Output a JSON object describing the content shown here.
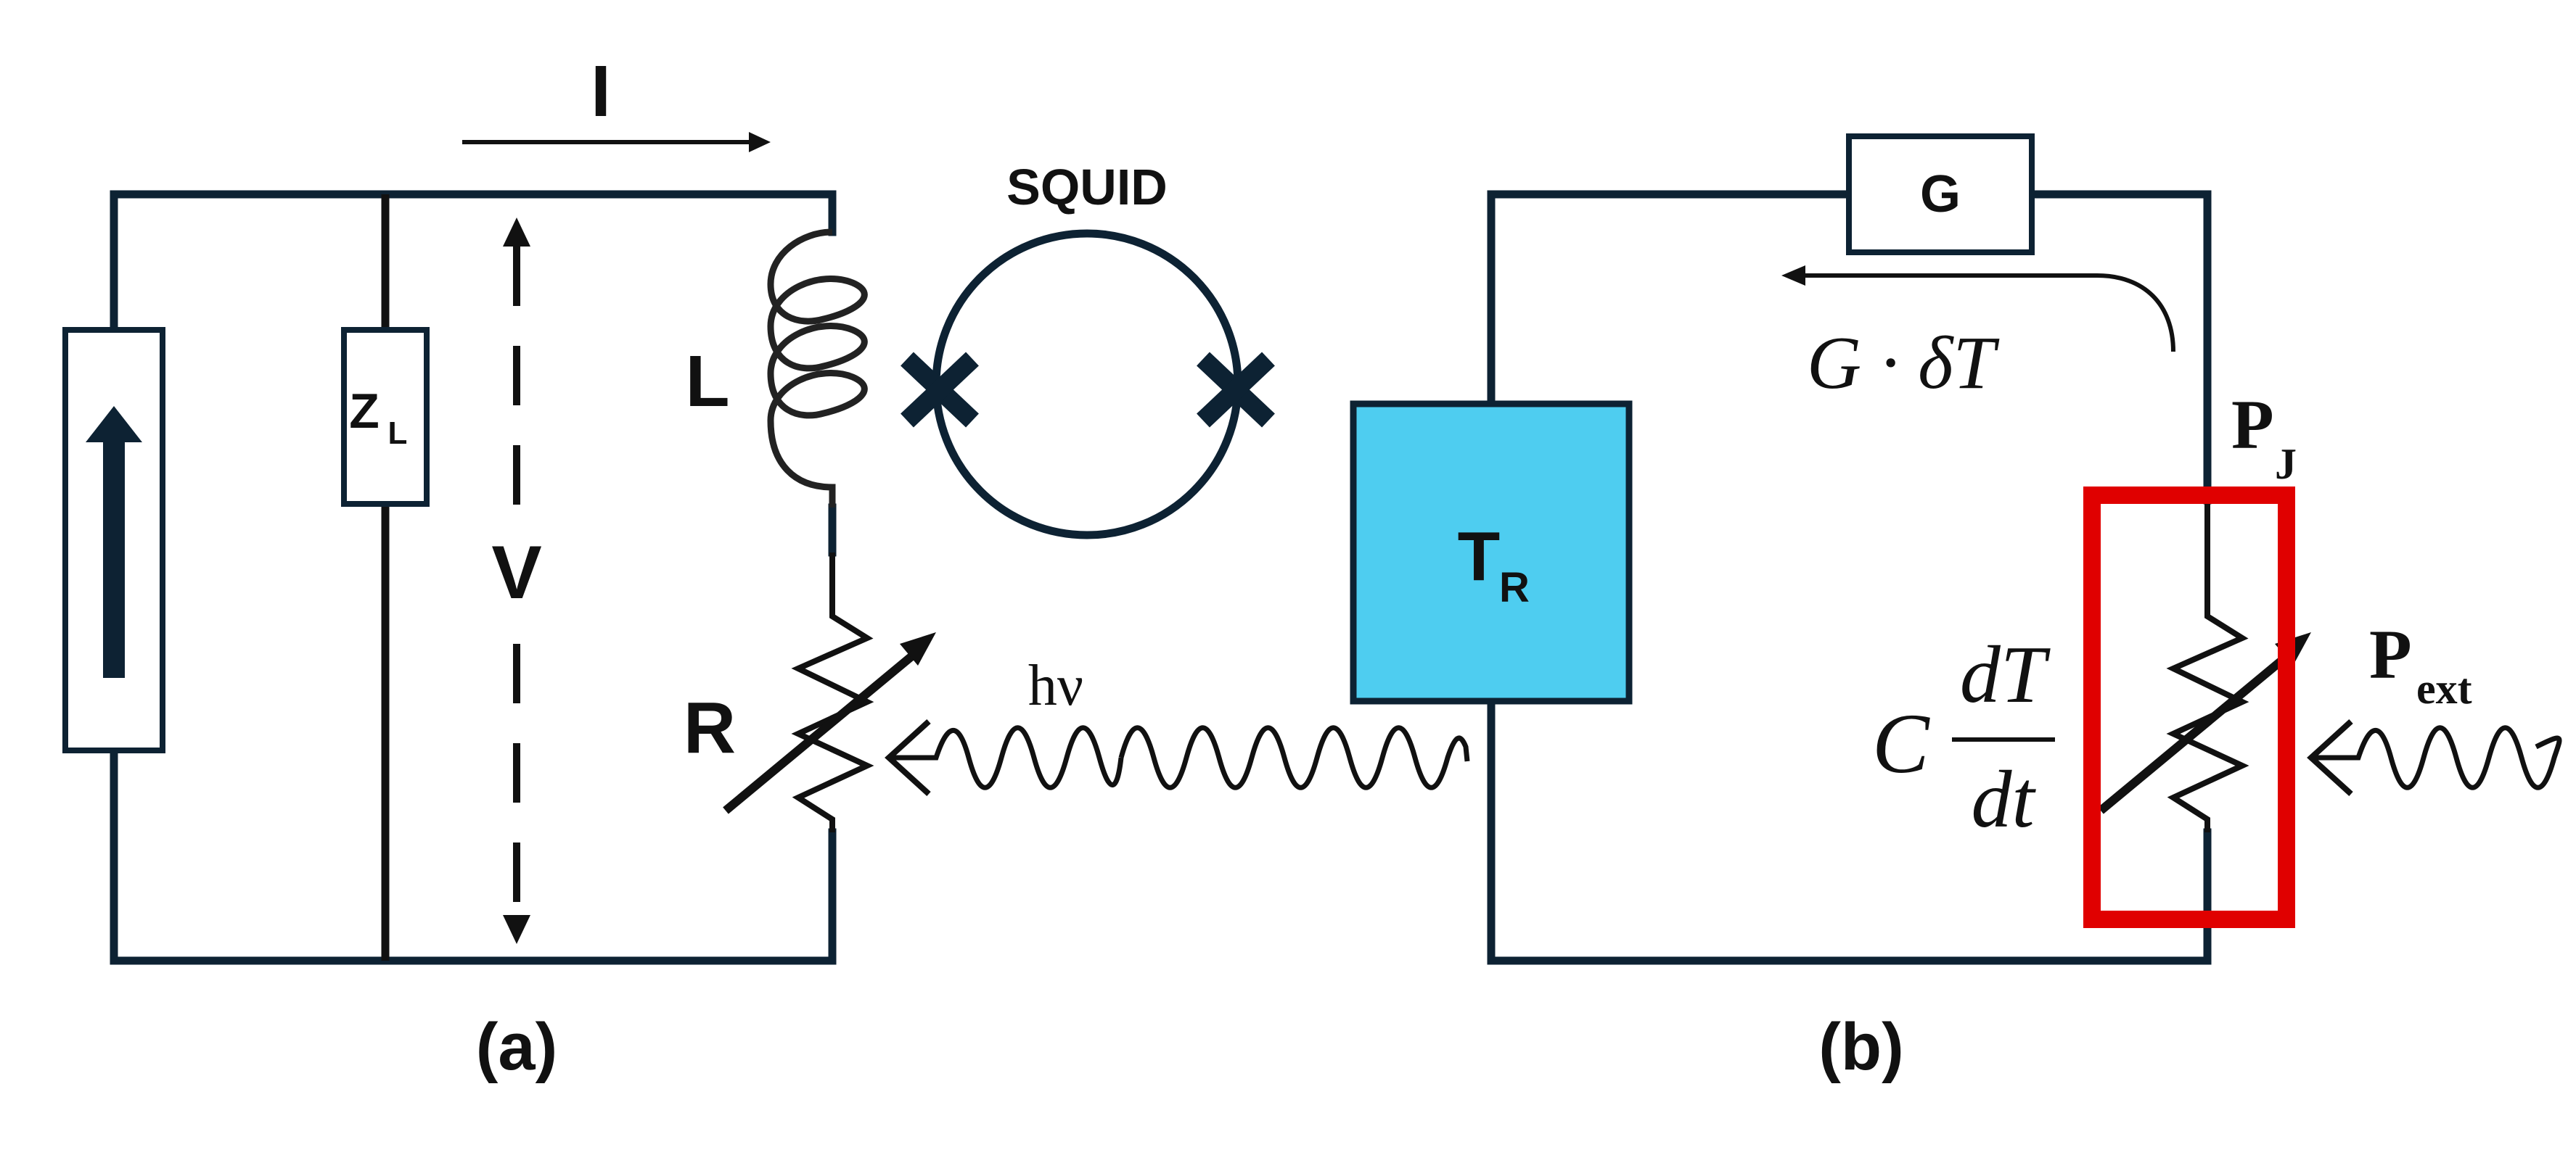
{
  "panel_a": {
    "caption": "(a)",
    "current_label": "I",
    "voltage_label": "V",
    "load_label_main": "Z",
    "load_label_sub": "L",
    "inductor_label": "L",
    "squid_label": "SQUID",
    "resistor_label": "R",
    "photon_label": "hν"
  },
  "panel_b": {
    "caption": "(b)",
    "conductance_label": "G",
    "heat_flow_label": "G · δT",
    "reservoir_label_main": "T",
    "reservoir_label_sub": "R",
    "joule_label_main": "P",
    "joule_label_sub": "J",
    "ext_label_main": "P",
    "ext_label_sub": "ext",
    "heat_capacity_C": "C",
    "heat_capacity_num": "dT",
    "heat_capacity_den": "dt"
  },
  "colors": {
    "wire": "#0d2233",
    "reservoir_fill": "#4ecdf0",
    "highlight_box": "#e00000"
  }
}
